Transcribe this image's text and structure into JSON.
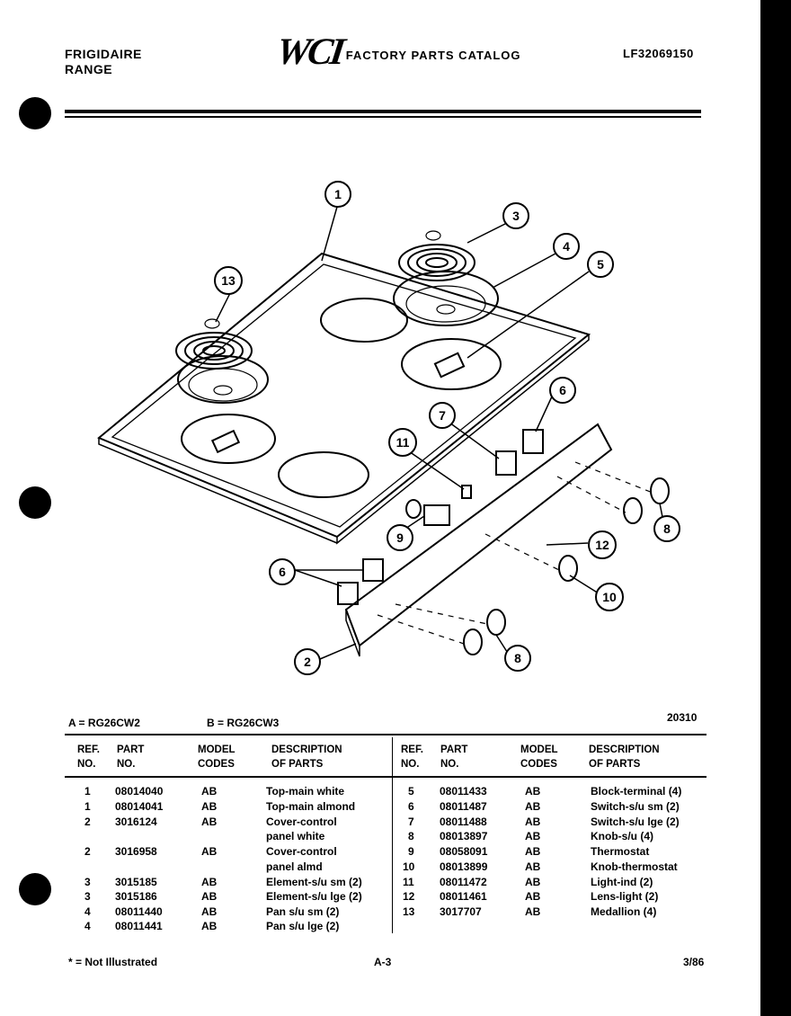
{
  "header": {
    "brand": "FRIGIDAIRE",
    "product": "RANGE",
    "logo": "WCI",
    "catalog_title": "FACTORY PARTS CATALOG",
    "doc_number": "LF32069150"
  },
  "diagram": {
    "callouts": [
      "1",
      "3",
      "4",
      "5",
      "13",
      "6",
      "7",
      "11",
      "9",
      "8",
      "6",
      "12",
      "10",
      "2",
      "8"
    ]
  },
  "models": {
    "a": "A = RG26CW2",
    "b": "B = RG26CW3",
    "figure_number": "20310"
  },
  "table": {
    "headers": {
      "ref_no": [
        "REF.",
        "NO."
      ],
      "part_no": [
        "PART",
        "NO."
      ],
      "model_codes": [
        "MODEL",
        "CODES"
      ],
      "description": [
        "DESCRIPTION",
        "OF PARTS"
      ]
    },
    "left_rows": [
      {
        "ref": "1",
        "part": "08014040",
        "codes": "AB",
        "desc": "Top-main white"
      },
      {
        "ref": "1",
        "part": "08014041",
        "codes": "AB",
        "desc": "Top-main almond"
      },
      {
        "ref": "2",
        "part": "3016124",
        "codes": "AB",
        "desc": "Cover-control"
      },
      {
        "ref": "",
        "part": "",
        "codes": "",
        "desc": "panel white"
      },
      {
        "ref": "2",
        "part": "3016958",
        "codes": "AB",
        "desc": "Cover-control"
      },
      {
        "ref": "",
        "part": "",
        "codes": "",
        "desc": "panel almd"
      },
      {
        "ref": "3",
        "part": "3015185",
        "codes": "AB",
        "desc": "Element-s/u sm (2)"
      },
      {
        "ref": "3",
        "part": "3015186",
        "codes": "AB",
        "desc": "Element-s/u lge (2)"
      },
      {
        "ref": "4",
        "part": "08011440",
        "codes": "AB",
        "desc": "Pan s/u sm (2)"
      },
      {
        "ref": "4",
        "part": "08011441",
        "codes": "AB",
        "desc": "Pan s/u lge (2)"
      }
    ],
    "right_rows": [
      {
        "ref": "5",
        "part": "08011433",
        "codes": "AB",
        "desc": "Block-terminal (4)"
      },
      {
        "ref": "6",
        "part": "08011487",
        "codes": "AB",
        "desc": "Switch-s/u sm (2)"
      },
      {
        "ref": "7",
        "part": "08011488",
        "codes": "AB",
        "desc": "Switch-s/u lge (2)"
      },
      {
        "ref": "8",
        "part": "08013897",
        "codes": "AB",
        "desc": "Knob-s/u (4)"
      },
      {
        "ref": "9",
        "part": "08058091",
        "codes": "AB",
        "desc": "Thermostat"
      },
      {
        "ref": "10",
        "part": "08013899",
        "codes": "AB",
        "desc": "Knob-thermostat"
      },
      {
        "ref": "11",
        "part": "08011472",
        "codes": "AB",
        "desc": "Light-ind (2)"
      },
      {
        "ref": "12",
        "part": "08011461",
        "codes": "AB",
        "desc": "Lens-light (2)"
      },
      {
        "ref": "13",
        "part": "3017707",
        "codes": "AB",
        "desc": "Medallion (4)"
      }
    ]
  },
  "footer": {
    "note": "* = Not Illustrated",
    "page": "A-3",
    "date": "3/86"
  }
}
